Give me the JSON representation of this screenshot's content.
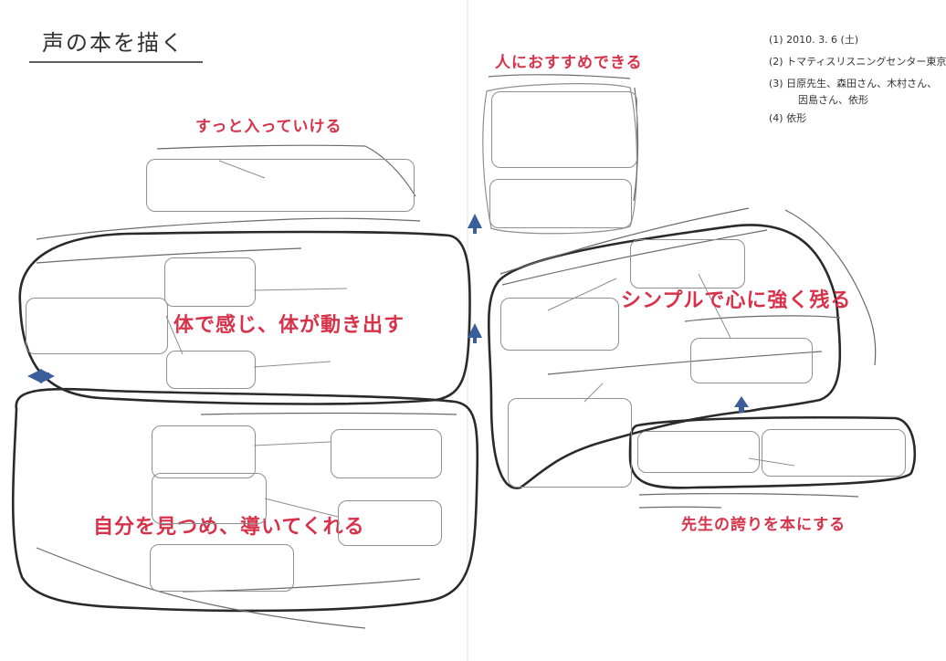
{
  "title": "声の本を描く",
  "meta": [
    "(1) 2010. 3. 6 (土)",
    "(2) トマティスリスニングセンター東京",
    "(3) 日原先生、森田さん、木村さん、",
    "因島さん、依形",
    "(4) 依形"
  ],
  "clusters": {
    "top_left": "すっと入っていける",
    "top_right": "人におすすめできる",
    "mid_left": "体で感じ、体が動き出す",
    "mid_right": "シンプルで心に強く残る",
    "bottom_left": "自分を見つめ、導いてくれる",
    "bottom_right": "先生の誇りを本にする"
  },
  "colors": {
    "ink": "#2a2a2a",
    "red_heading": "#d8324a",
    "arrow_blue": "#3a5f9a"
  }
}
